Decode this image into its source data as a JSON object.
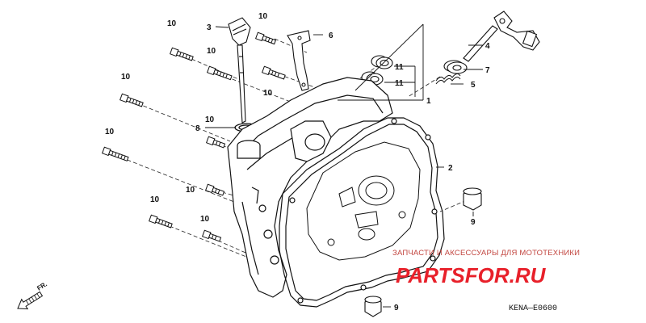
{
  "callouts": {
    "c1": "1",
    "c2": "2",
    "c3": "3",
    "c4": "4",
    "c5": "5",
    "c6": "6",
    "c7": "7",
    "c8": "8",
    "c9a": "9",
    "c9b": "9",
    "c10": [
      "10",
      "10",
      "10",
      "10",
      "10",
      "10",
      "10",
      "10",
      "10",
      "10"
    ],
    "c11a": "11",
    "c11b": "11"
  },
  "direction": "FR.",
  "watermark": {
    "text": "ЗАПЧАСТИ И АКСЕССУАРЫ ДЛЯ МОТОТЕХНИКИ",
    "logo": "PARTSFOR.RU",
    "color": "#e8202a"
  },
  "diagram_code": "KENA—E0600"
}
